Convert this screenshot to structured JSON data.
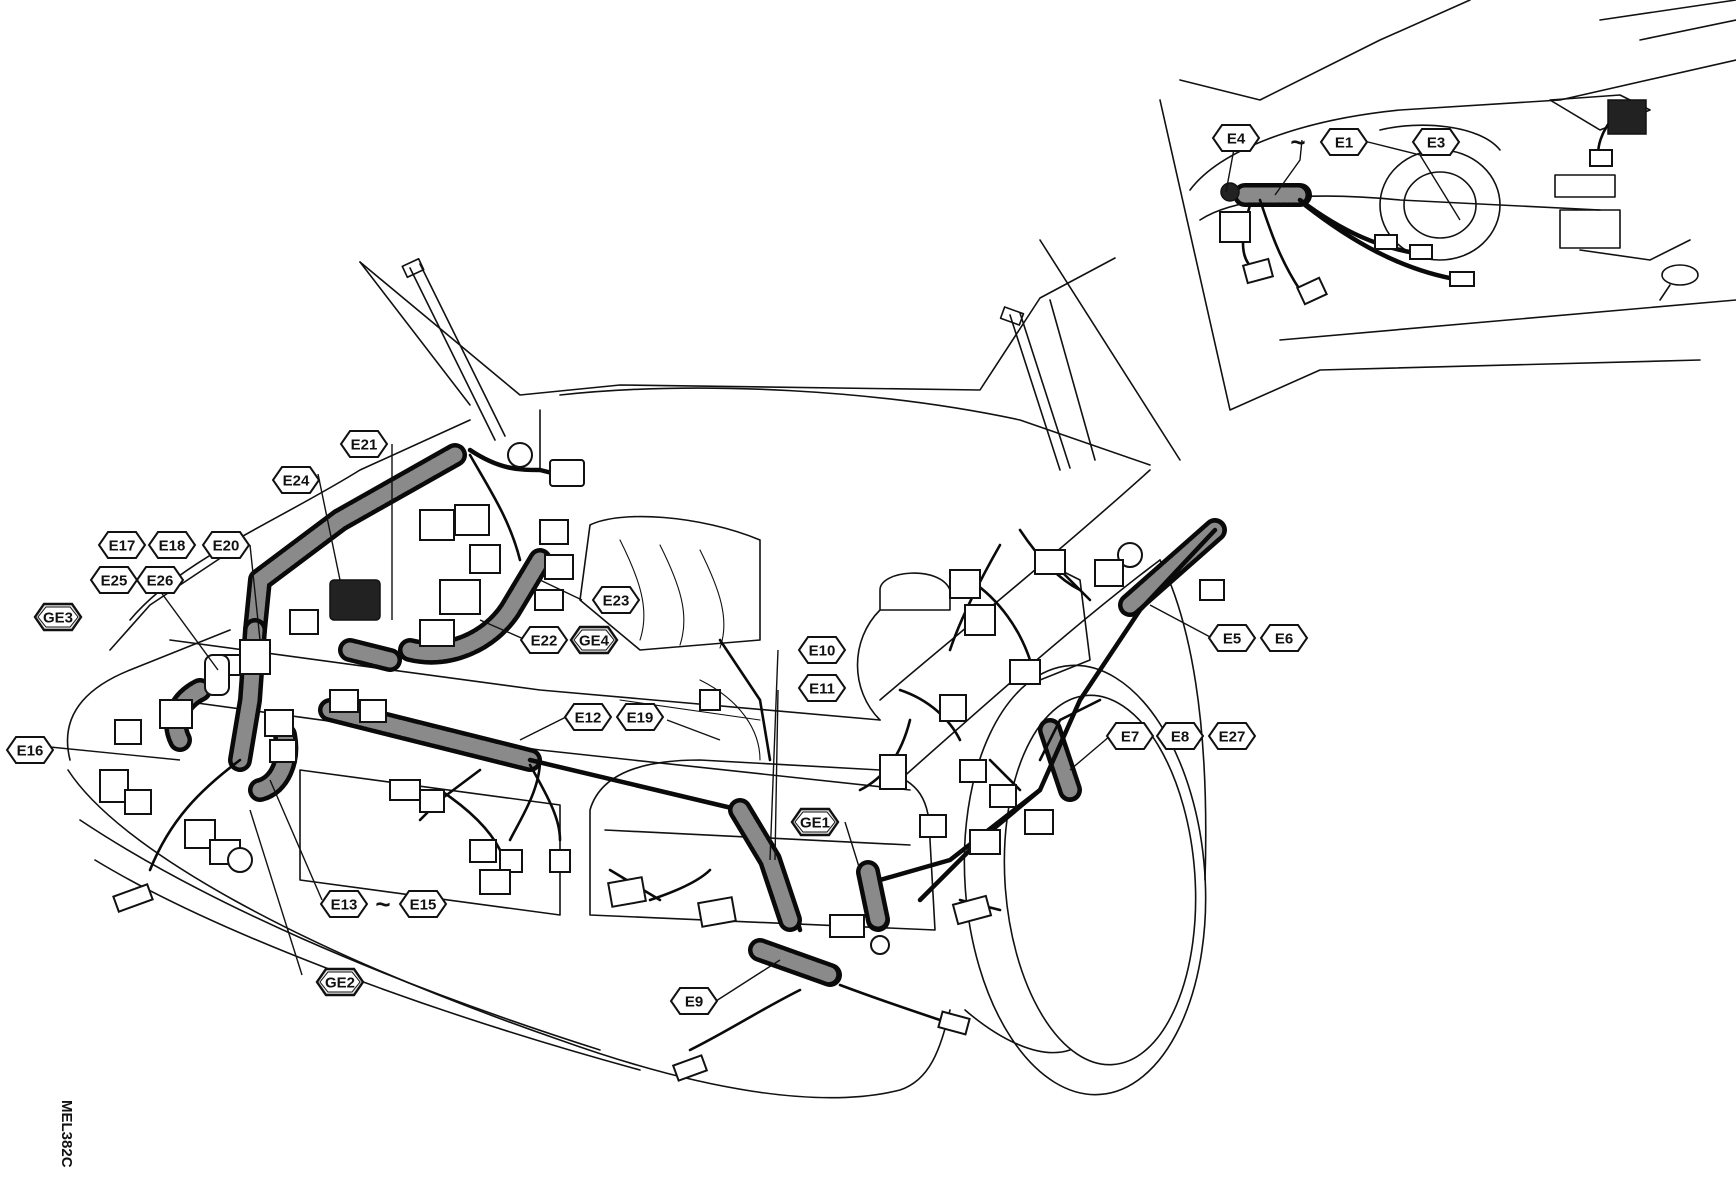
{
  "figure_code": "MEL382C",
  "separator": "~",
  "connector_tags": [
    {
      "id": "e4",
      "label": "E4",
      "ground": false
    },
    {
      "id": "e1",
      "label": "E1",
      "ground": false
    },
    {
      "id": "e3",
      "label": "E3",
      "ground": false
    },
    {
      "id": "e21",
      "label": "E21",
      "ground": false
    },
    {
      "id": "e24",
      "label": "E24",
      "ground": false
    },
    {
      "id": "e17",
      "label": "E17",
      "ground": false
    },
    {
      "id": "e18",
      "label": "E18",
      "ground": false
    },
    {
      "id": "e20",
      "label": "E20",
      "ground": false
    },
    {
      "id": "e25",
      "label": "E25",
      "ground": false
    },
    {
      "id": "e26",
      "label": "E26",
      "ground": false
    },
    {
      "id": "ge3",
      "label": "GE3",
      "ground": true
    },
    {
      "id": "e23",
      "label": "E23",
      "ground": false
    },
    {
      "id": "e22",
      "label": "E22",
      "ground": false
    },
    {
      "id": "ge4",
      "label": "GE4",
      "ground": true
    },
    {
      "id": "e5",
      "label": "E5",
      "ground": false
    },
    {
      "id": "e6",
      "label": "E6",
      "ground": false
    },
    {
      "id": "e10",
      "label": "E10",
      "ground": false
    },
    {
      "id": "e11",
      "label": "E11",
      "ground": false
    },
    {
      "id": "e12",
      "label": "E12",
      "ground": false
    },
    {
      "id": "e19",
      "label": "E19",
      "ground": false
    },
    {
      "id": "e16",
      "label": "E16",
      "ground": false
    },
    {
      "id": "e7",
      "label": "E7",
      "ground": false
    },
    {
      "id": "e8",
      "label": "E8",
      "ground": false
    },
    {
      "id": "e27",
      "label": "E27",
      "ground": false
    },
    {
      "id": "ge1",
      "label": "GE1",
      "ground": true
    },
    {
      "id": "e13",
      "label": "E13",
      "ground": false
    },
    {
      "id": "e15",
      "label": "E15",
      "ground": false
    },
    {
      "id": "ge2",
      "label": "GE2",
      "ground": true
    },
    {
      "id": "e9",
      "label": "E9",
      "ground": false
    }
  ]
}
